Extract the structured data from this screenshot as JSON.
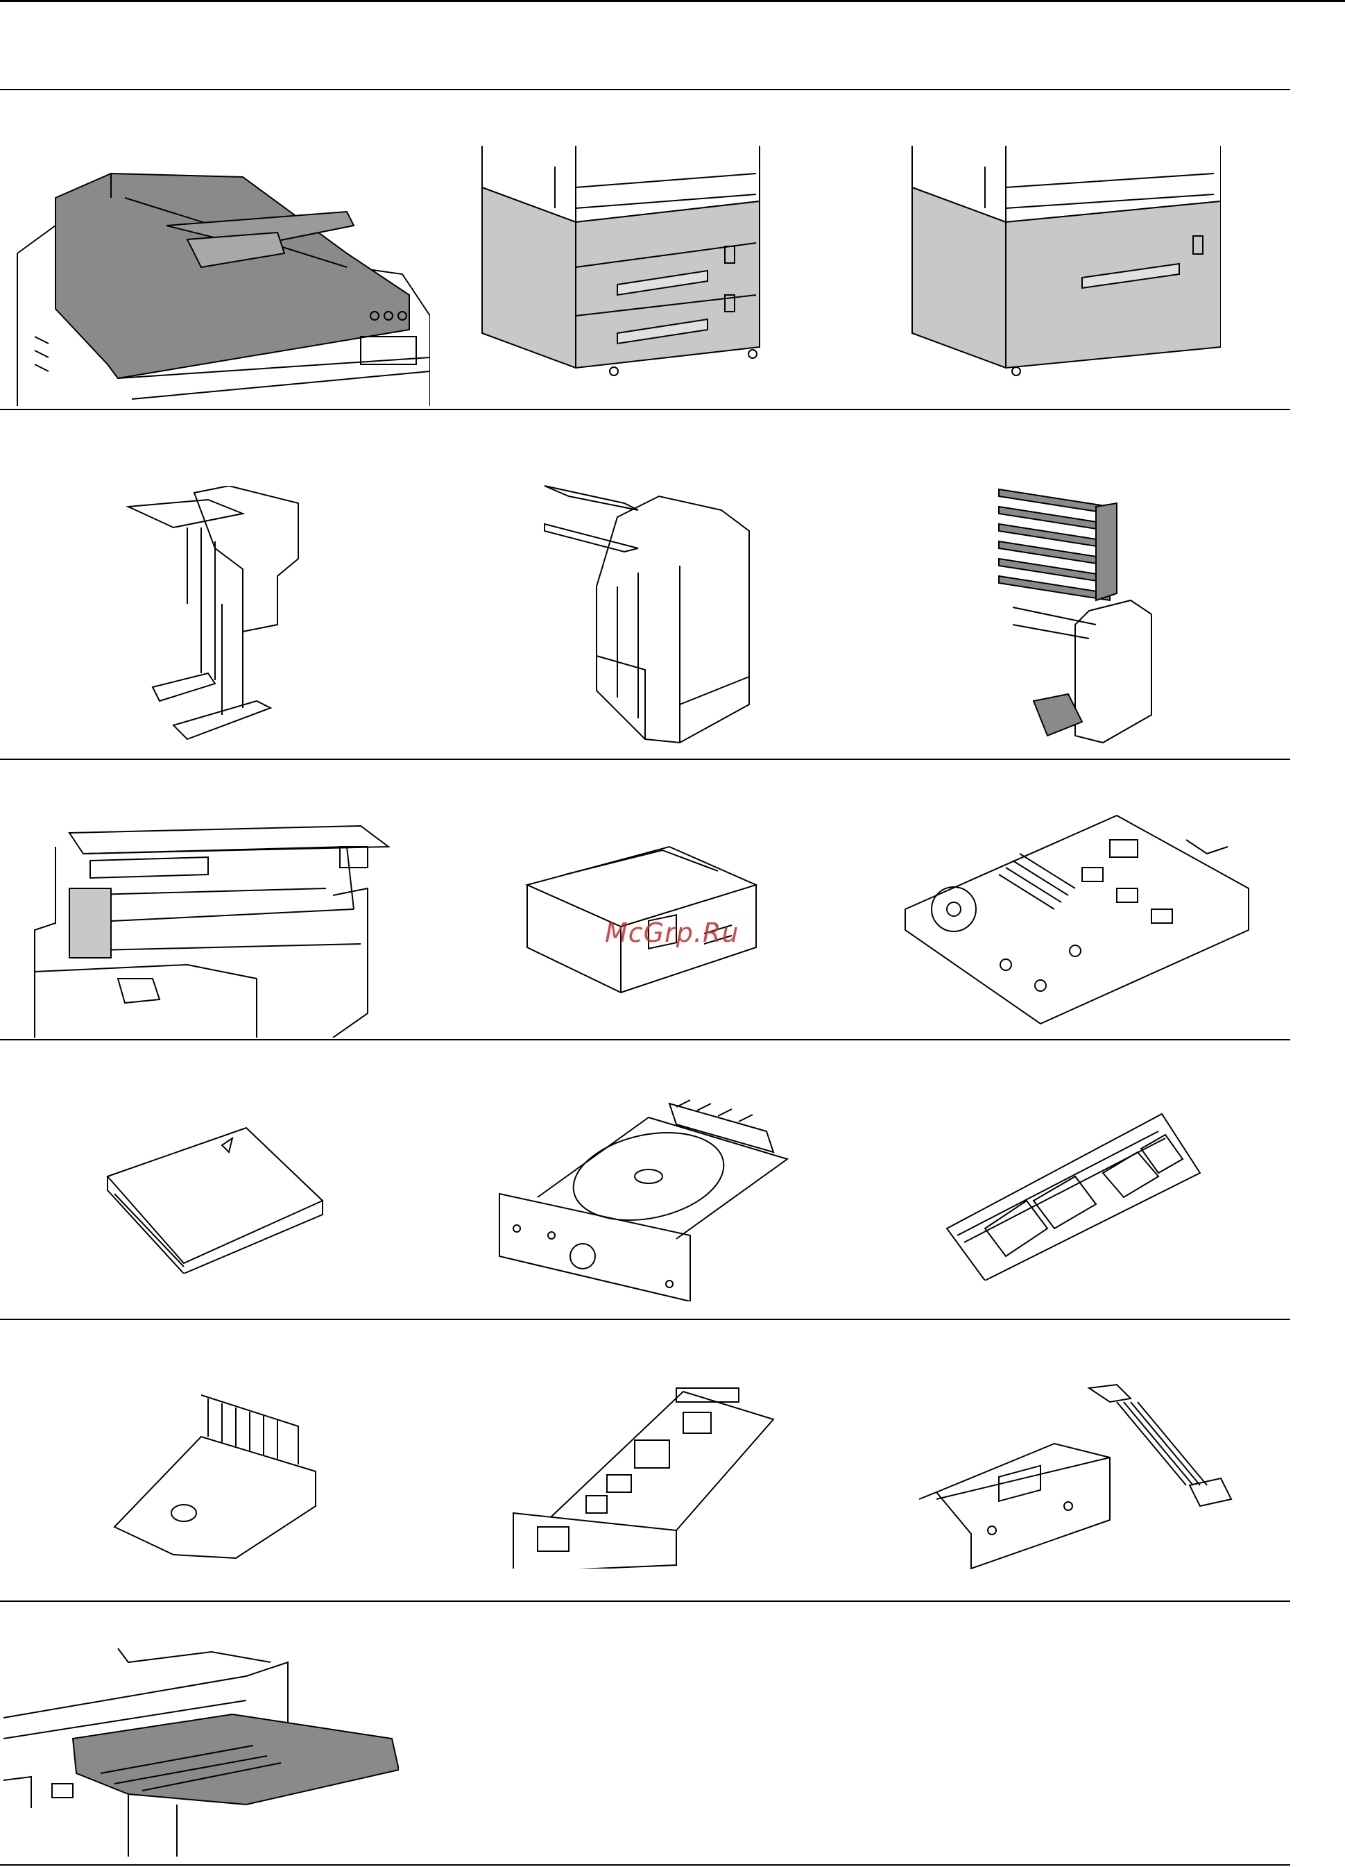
{
  "watermark": {
    "text": "McGrp.Ru"
  },
  "colors": {
    "line": "#000000",
    "part_fill": "#c8c8c8",
    "dark_fill": "#8a8a8a",
    "watermark": "#c82828"
  },
  "illustrations": [
    [
      "document-processor-illustration",
      "paper-feeder-3-tray-illustration",
      "large-capacity-feeder-illustration"
    ],
    [
      "document-finisher-illustration",
      "3000-sheet-finisher-illustration",
      "mailbox-finisher-illustration"
    ],
    [
      "job-separator-illustration",
      "key-counter-illustration",
      "fax-kit-board-illustration"
    ],
    [
      "compact-flash-card-illustration",
      "hard-disk-illustration",
      "memory-dimm-illustration"
    ],
    [
      "data-security-kit-illustration",
      "network-interface-card-illustration",
      "serial-interface-kit-illustration"
    ],
    [
      "document-tray-illustration"
    ]
  ]
}
